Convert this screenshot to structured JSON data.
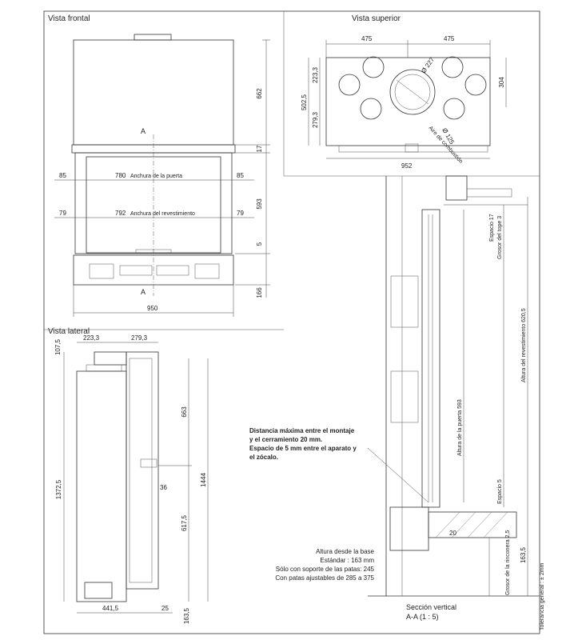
{
  "views": {
    "front": "Vista  frontal",
    "top": "Vista superior",
    "side": "Vista lateral",
    "section_title": "Sección vertical",
    "section_scale": "A-A (1 : 5)"
  },
  "front": {
    "section_mark": "A",
    "height_upper": "662",
    "height_top_band": "17",
    "height_door": "593",
    "height_gap": "5",
    "height_base": "166",
    "door_margin": "85",
    "door_width": "780",
    "door_width_label": "Anchura de la puerta",
    "cladding_margin": "79",
    "cladding_width": "792",
    "cladding_width_label": "Anchura del revestimiento",
    "total_width": "950"
  },
  "top": {
    "half_left": "475",
    "half_right": "475",
    "depth_upper": "223,3",
    "depth_total": "502,5",
    "depth_lower": "279,3",
    "right_depth": "304",
    "collar_diameter": "Ø 227",
    "flue_diameter": "Ø 125",
    "air_label": "Aire de combustión",
    "total_width": "952"
  },
  "side": {
    "top_offset": "107,5",
    "depth_a": "223,3",
    "depth_b": "279,3",
    "total_height": "1372,5",
    "height_upper": "663",
    "height_all": "1444",
    "height_lower": "617,5",
    "small_dim": "36",
    "base_depth": "441,5",
    "foot": "25",
    "base_height": "163,5"
  },
  "section": {
    "gap_label": "Espacio 17",
    "top_thickness": "Grosor del tope  3",
    "cladding_height": "Altura del revestimiento  620,5",
    "door_height": "Altura de la puerta 593",
    "gap5": "Espacio 5",
    "shelf": "20",
    "rail_thickness": "Grosor de la rinconera 2,5",
    "base_height": "163,5",
    "tolerance": "Tolerancia general : ± 2mm"
  },
  "note_box": {
    "line1": "Distancia máxima entre el montaje",
    "line2": "y el cerramiento 20 mm.",
    "line3": "Espacio de 5 mm entre el aparato y",
    "line4": "el zócalo."
  },
  "base_note": {
    "title": "Altura desde la base",
    "line1": "Estándar : 163 mm",
    "line2": "Sólo con soporte de las patas: 245",
    "line3": "Con patas ajustables de 285 a 375"
  }
}
